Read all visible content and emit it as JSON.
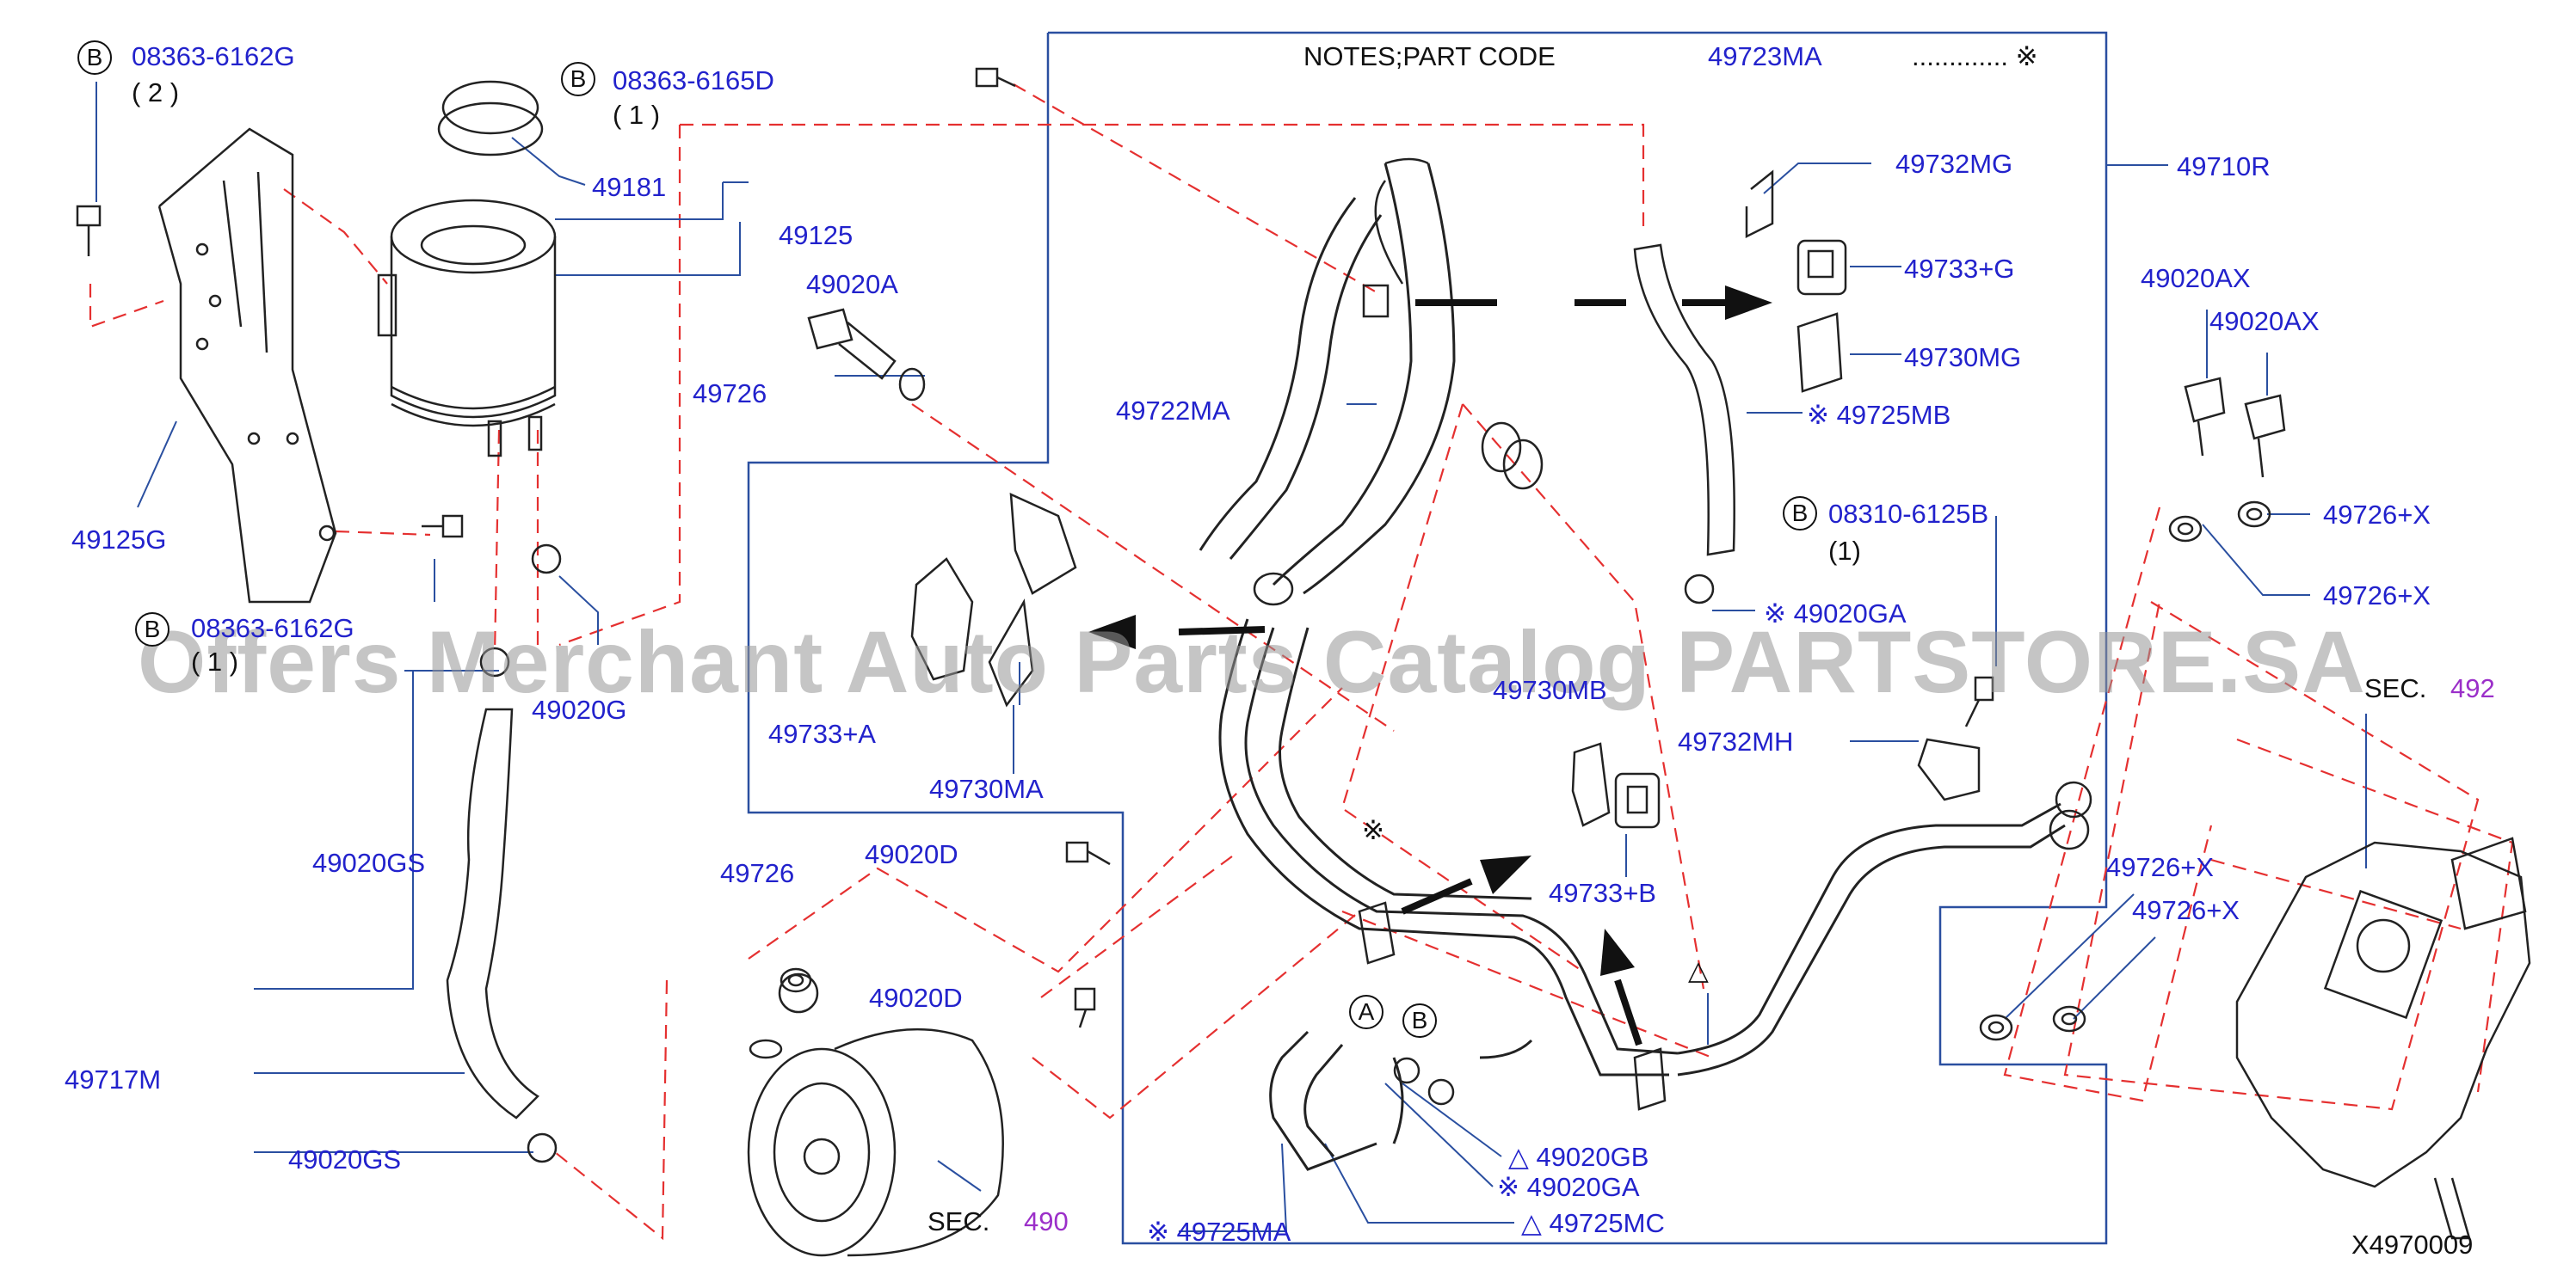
{
  "colors": {
    "label": "#2222cc",
    "leader": "#2a4fa0",
    "dashed": "#e53030",
    "ink": "#111111",
    "sec_number": "#9b2fc9"
  },
  "notes": {
    "text": "NOTES;PART   CODE",
    "code": "49723MA",
    "dots": "............. ※"
  },
  "watermark": "Offers Merchant Auto Parts Catalog PARTSTORE.SA",
  "diagram_code": "X4970009",
  "labels": {
    "p08363_6162G_top": "08363-6162G",
    "qty2": "( 2 )",
    "p08363_6165D": "08363-6165D",
    "qty1a": "( 1 )",
    "p49181": "49181",
    "p49125": "49125",
    "p49020A": "49020A",
    "p49726_a": "49726",
    "p49125G": "49125G",
    "p08363_6162G_bot": "08363-6162G",
    "qty1b": "( 1 )",
    "p49020G": "49020G",
    "p49020GS_a": "49020GS",
    "p49717M": "49717M",
    "p49020GS_b": "49020GS",
    "p49722MA": "49722MA",
    "p49733A": "49733+A",
    "p49730MA": "49730MA",
    "p49726_b": "49726",
    "p49020D_a": "49020D",
    "p49020D_b": "49020D",
    "sec490": "SEC.",
    "sec490num": "490",
    "p49732MG": "49732MG",
    "p49733G": "49733+G",
    "p49730MG": "49730MG",
    "p49725MB": "※ 49725MB",
    "p08310_6125B": "08310-6125B",
    "qty1c": "(1)",
    "p49020GA_top": "※ 49020GA",
    "p49730MB": "49730MB",
    "p49732MH": "49732MH",
    "p49733B": "49733+B",
    "note_mark": "※",
    "tri_mark": "△",
    "p49020GB": "△ 49020GB",
    "p49020GA_bot": "※ 49020GA",
    "p49725MC": "△ 49725MC",
    "p49725MA": "※ 49725MA",
    "p49710R": "49710R",
    "p49020AX_a": "49020AX",
    "p49020AX_b": "49020AX",
    "p49726X_a": "49726+X",
    "p49726X_b": "49726+X",
    "p49726X_c": "49726+X",
    "p49726X_d": "49726+X",
    "sec492": "SEC.",
    "sec492num": "492",
    "circle_b1": "B",
    "circle_b2": "B",
    "circle_b3": "B",
    "circle_b4": "B",
    "circle_a": "A",
    "circle_b5": "B"
  }
}
